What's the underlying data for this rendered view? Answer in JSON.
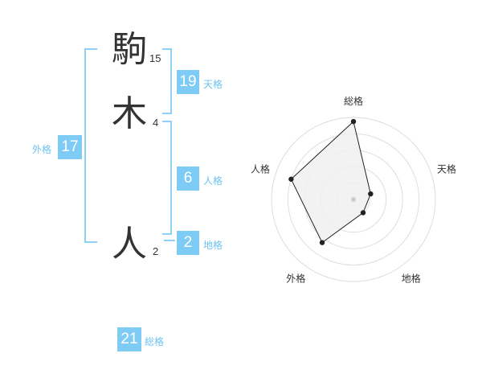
{
  "name": {
    "chars": [
      {
        "char": "駒",
        "strokes": "15"
      },
      {
        "char": "木",
        "strokes": "4"
      },
      {
        "char": "人",
        "strokes": "2"
      }
    ]
  },
  "scores": {
    "tenkaku": {
      "value": "19",
      "label": "天格"
    },
    "jinkaku": {
      "value": "6",
      "label": "人格"
    },
    "chikaku": {
      "value": "2",
      "label": "地格"
    },
    "gaikaku": {
      "value": "17",
      "label": "外格"
    },
    "soukaku": {
      "value": "21",
      "label": "総格"
    }
  },
  "chart_data": {
    "type": "radar",
    "axes": [
      "総格",
      "天格",
      "地格",
      "外格",
      "人格"
    ],
    "values": [
      0.95,
      0.22,
      0.2,
      0.65,
      0.8
    ],
    "rings": 5,
    "colors": {
      "fill": "#f0f0f0",
      "line": "#222222",
      "grid": "#dddddd",
      "center": "#cccccc"
    }
  },
  "colors": {
    "accent": "#7ecbf5",
    "label": "#6cc3f0",
    "bracket": "#8fd0f5"
  }
}
